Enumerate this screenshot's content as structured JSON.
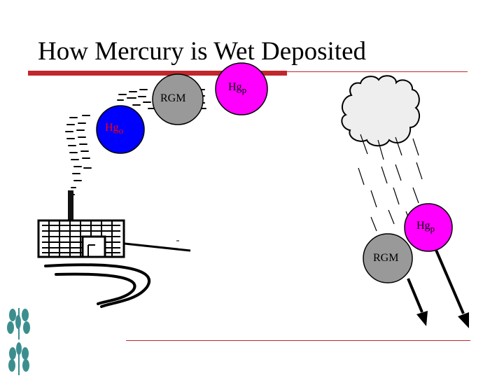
{
  "slide": {
    "title": "How Mercury is Wet Deposited"
  },
  "species": {
    "rgm_upper": {
      "label": "RGM",
      "color": "#999999"
    },
    "hgp_upper": {
      "label": "Hg",
      "sub": "p",
      "color": "#ff00ff"
    },
    "hgo": {
      "label": "Hg",
      "sub": "o",
      "color": "#0000ff",
      "text_color": "#ff0000"
    },
    "hgp_lower": {
      "label": "Hg",
      "sub": "p",
      "color": "#ff00ff"
    },
    "rgm_lower": {
      "label": "RGM",
      "color": "#999999"
    }
  },
  "colors": {
    "accent_red": "#c0282d",
    "leaf_teal": "#3c8e8e"
  }
}
